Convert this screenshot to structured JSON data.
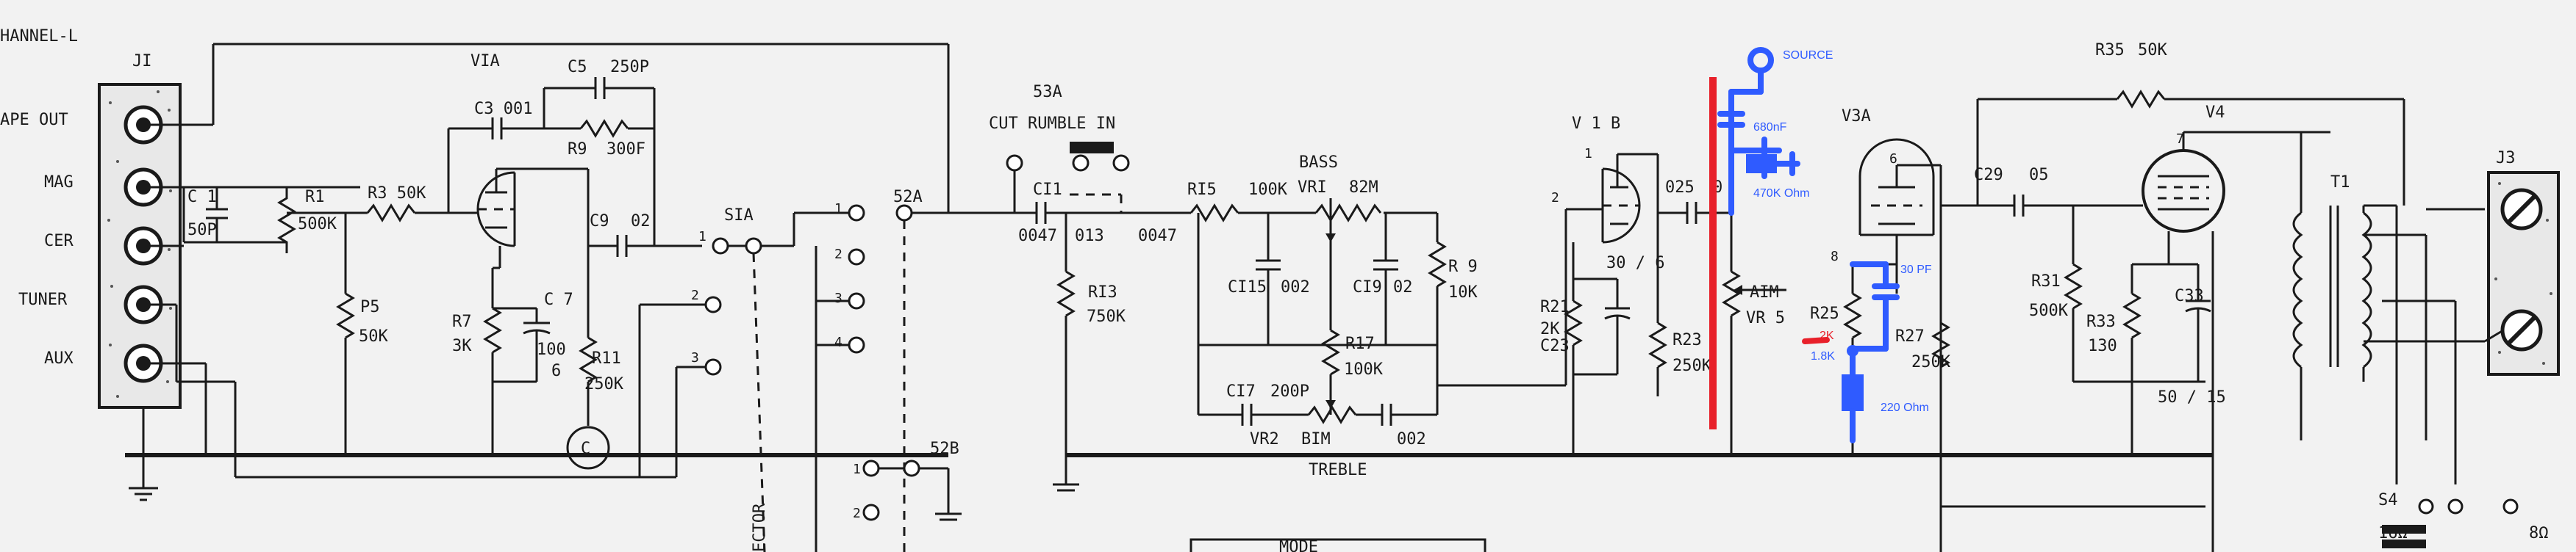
{
  "colors": {
    "paper": "#f2f2f2",
    "ink": "#1a1a1a",
    "annotation_blue": "#2f5bff",
    "cut_red": "#e8202a"
  },
  "labels": {
    "channel": "HANNEL-L",
    "j1": "JI",
    "input_tape_out": "APE OUT",
    "input_mag": "MAG",
    "input_cer": "CER",
    "input_tuner": "TUNER",
    "input_aux": "AUX",
    "v1a": "VIA",
    "c3": "C3 001",
    "c5": "C5",
    "c5_val": "250P",
    "r9": "R9",
    "r9_val": "300F",
    "c1": "C 1",
    "c1_val": "50P",
    "r1": "R1",
    "r1_val": "500K",
    "r3": "R3 50K",
    "p5": "P5",
    "p5_val": "50K",
    "r7": "R7",
    "r7_val": "3K",
    "c7": "C 7",
    "c7_val_a": "100",
    "c7_val_b": "6",
    "r11": "R11",
    "r11_val": "250K",
    "c9": "C9",
    "c9_val": "02",
    "c_tube": "C",
    "s1a": "SIA",
    "s1_p1": "1",
    "s1_p2": "2",
    "s1_p3": "3",
    "s2a": "52A",
    "s2a_p1": "1",
    "s2a_p2": "2",
    "s2a_p3": "3",
    "s2a_p4": "4",
    "s2b": "52B",
    "s2b_p1": "1",
    "s2b_p2": "2",
    "selector": "ECTOR",
    "s3a": "53A",
    "cut_rumble": "CUT  RUMBLE  IN",
    "c11": "CI1",
    "c11_val": "0047",
    "c11_013": "013",
    "c11_0047b": "0047",
    "r13": "RI3",
    "r13_val": "750K",
    "r15": "RI5",
    "r15_val": "100K",
    "bass": "BASS",
    "vr1": "VRI",
    "vr1_val": "82M",
    "c15": "CI15",
    "c15_val": "002",
    "c19": "CI9",
    "c19_val": "02",
    "r9b": "R 9",
    "r9b_val": "10K",
    "r17": "R17",
    "r17_val": "100K",
    "c17": "CI7",
    "c17_val": "200P",
    "vr2": "VR2",
    "vr2_val": "BIM",
    "vr2_002": "002",
    "treble": "TREBLE",
    "v1b": "V 1 B",
    "v1b_pin1": "1",
    "v1b_pin2": "2",
    "v1b_3006": "30 / 6",
    "r21": "R21",
    "r21_val": "2K",
    "c23": "C23",
    "r23": "R23",
    "r23_val": "250K",
    "c025": "025",
    "c0_label": "0",
    "aim": "AIM",
    "vr5": "VR 5",
    "v3a": "V3A",
    "v3a_pin6": "6",
    "v3a_pin8": "8",
    "r25": "R25",
    "r27": "R27",
    "r27_val": "250K",
    "c29": "C29",
    "c29_val": "05",
    "r35": "R35",
    "r35_val": "50K",
    "v4": "V4",
    "v4_pin7": "7",
    "r31": "R31",
    "r31_val": "500K",
    "r33": "R33",
    "r33_val": "130",
    "c33": "C33",
    "c33_val": "50 / 15",
    "t1": "T1",
    "j3": "J3",
    "s4": "S4",
    "s4_16": "16Ω",
    "s4_8": "8Ω",
    "mode": "MODE"
  },
  "annotations": {
    "source": "SOURCE",
    "cap_680nf": "680nF",
    "res_470k": "470K Ohm",
    "cap_30pf": "30 PF",
    "res_1_8k": "1.8K",
    "res_220": "220 Ohm",
    "struck": "2K"
  }
}
